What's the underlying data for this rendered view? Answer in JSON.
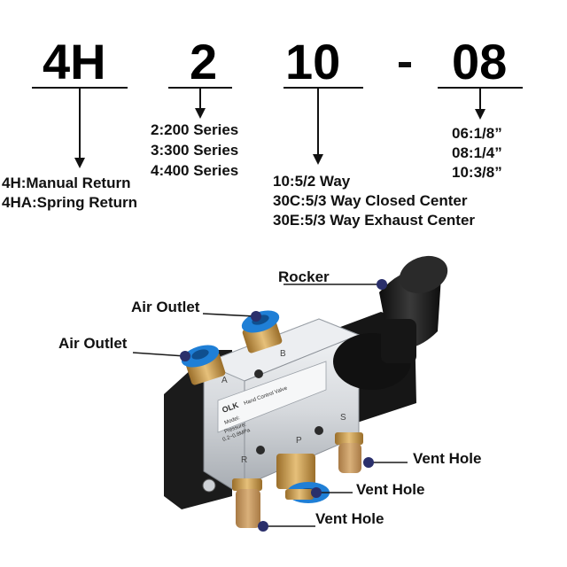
{
  "model_code": {
    "parts": [
      "4H",
      "2",
      "10",
      "-",
      "08"
    ]
  },
  "groups": {
    "return_type": [
      "4H:Manual Return",
      "4HA:Spring Return"
    ],
    "series": [
      "2:200 Series",
      "3:300 Series",
      "4:400 Series"
    ],
    "way": [
      "10:5/2 Way",
      "30C:5/3 Way Closed Center",
      "30E:5/3 Way Exhaust Center"
    ],
    "port": [
      "06:1/8”",
      "08:1/4”",
      "10:3/8”"
    ]
  },
  "callouts": {
    "rocker": "Rocker",
    "air_outlet_top": "Air Outlet",
    "air_outlet_left": "Air Outlet",
    "vent_hole_right": "Vent Hole",
    "vent_hole_middle": "Vent Hole",
    "vent_hole_bottom": "Vent Hole"
  },
  "valve_label": {
    "brand": "OLK",
    "name": "Hand Control Valve",
    "model": "Model:",
    "pressure": "Pressure:",
    "pressure_value": "0.2~0.8MPa",
    "ports": [
      "A",
      "B",
      "R",
      "P",
      "S"
    ]
  },
  "colors": {
    "fitting_blue": "#1f7fd6",
    "brass": "#c89a4a",
    "body_silver": "#d9dce0",
    "handle_black": "#1a1a1a",
    "marker_navy": "#2a2f6b"
  }
}
